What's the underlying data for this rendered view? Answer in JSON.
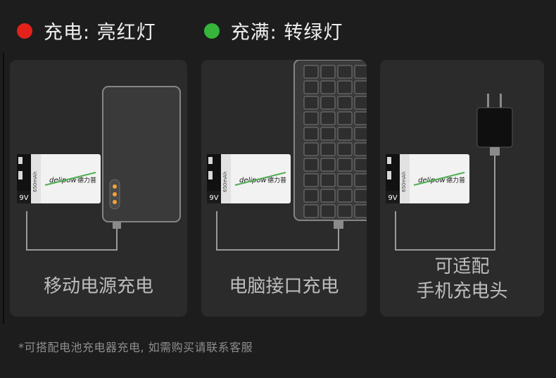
{
  "status_legend": {
    "charging": {
      "label": "充电: 亮红灯",
      "color": "#e3221b"
    },
    "full": {
      "label": "充满: 转绿灯",
      "color": "#35b53a"
    }
  },
  "battery": {
    "brand": "delipow",
    "brand_cn": "德力普",
    "voltage": "9V",
    "capacity": "650mAh"
  },
  "panels": [
    {
      "caption": "移动电源充电",
      "icon": "power-bank-icon"
    },
    {
      "caption": "电脑接口充电",
      "icon": "laptop-keyboard-icon"
    },
    {
      "caption_line1": "可适配",
      "caption_line2": "手机充电头",
      "icon": "phone-charger-icon"
    }
  ],
  "footnote": "*可搭配电池充电器充电, 如需购买请联系客服"
}
